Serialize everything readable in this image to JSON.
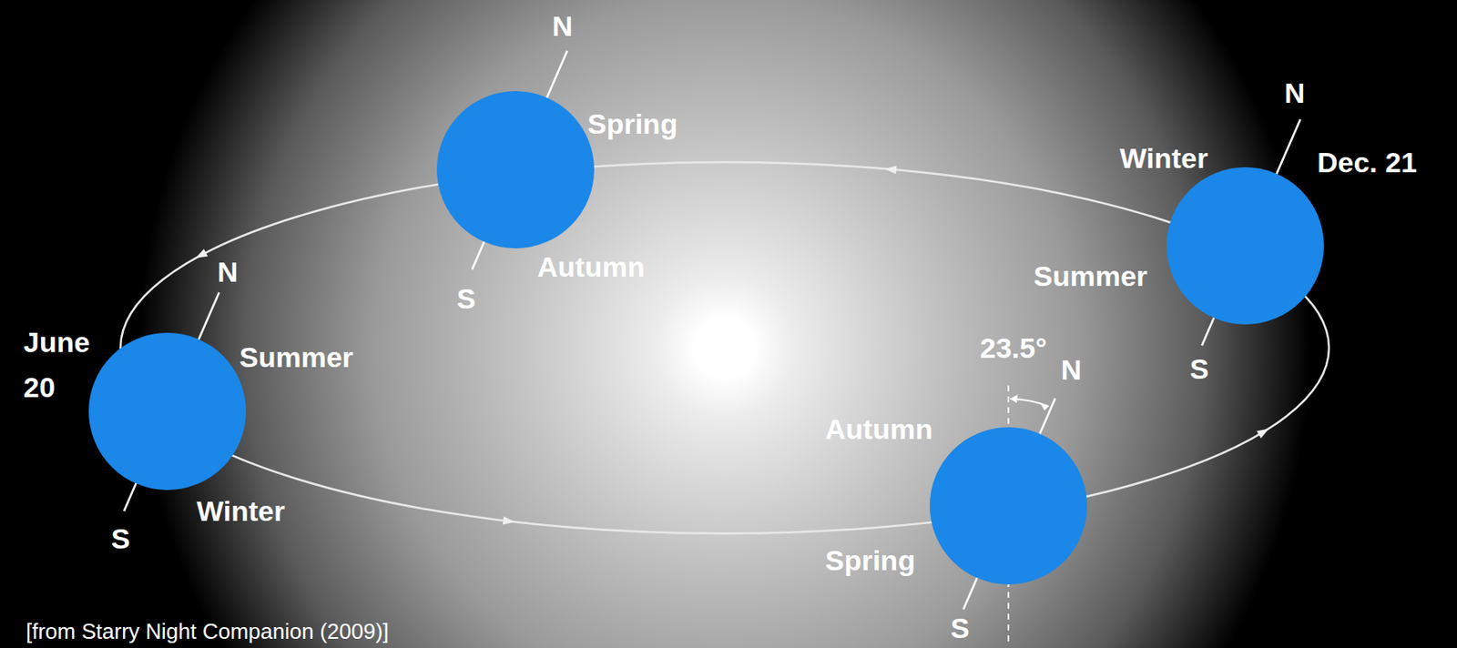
{
  "diagram": {
    "caption": "[from Starry Night Companion (2009)]",
    "labels": [
      "N",
      "Spring",
      "S",
      "Autumn",
      "N",
      "Winter",
      "Dec. 21",
      "Summer",
      "S",
      "N",
      "June 20",
      "Summer",
      "S",
      "Winter",
      "23.5°",
      "N",
      "Autumn",
      "Spring",
      "S"
    ]
  }
}
